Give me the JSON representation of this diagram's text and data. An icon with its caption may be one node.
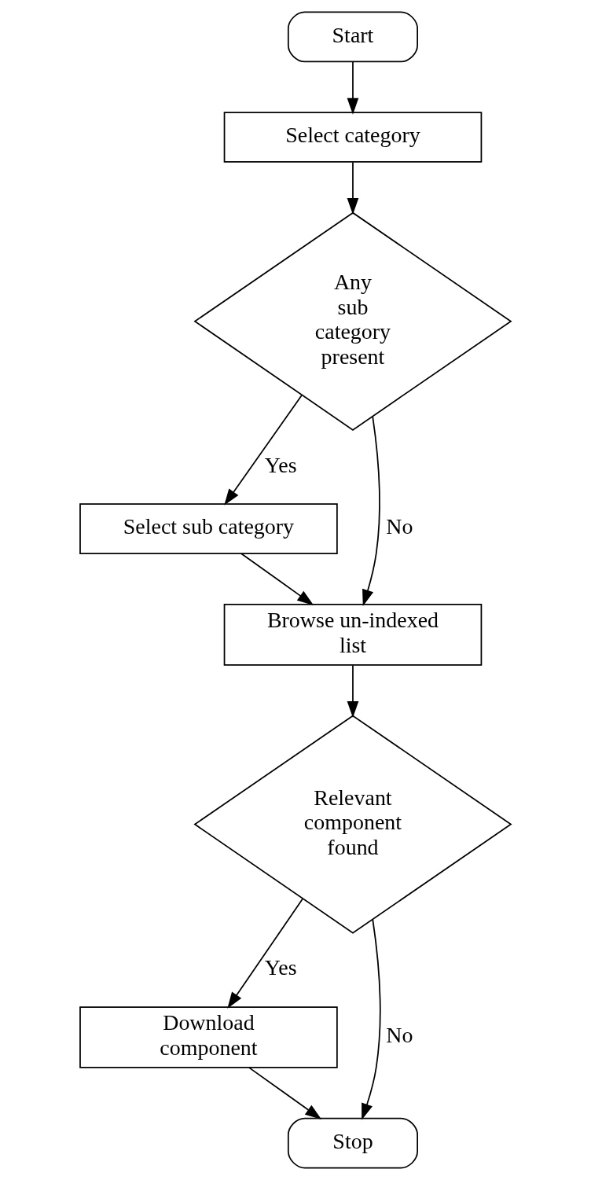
{
  "diagram": {
    "nodes": [
      {
        "text": [
          "Start"
        ]
      },
      {
        "text": [
          "Select category"
        ]
      },
      {
        "text": [
          "Any sub category present"
        ]
      },
      {
        "text": [
          "Select sub category"
        ]
      },
      {
        "text": [
          "Browse un-indexed list"
        ]
      },
      {
        "text": [
          "Relevant component found"
        ]
      },
      {
        "text": [
          "Download component"
        ]
      },
      {
        "text": [
          "Stop"
        ]
      }
    ],
    "edges": [
      {
        "from": 0,
        "to": 1,
        "arrow": "to"
      },
      {
        "from": 1,
        "to": 2,
        "arrow": "to"
      },
      {
        "from": 2,
        "to": 3,
        "arrow": "to",
        "label": "Yes"
      },
      {
        "from": 2,
        "to": 4,
        "arrow": "to",
        "label": "No"
      },
      {
        "from": 3,
        "to": 4,
        "arrow": "to"
      },
      {
        "from": 4,
        "to": 5,
        "arrow": "to"
      },
      {
        "from": 5,
        "to": 6,
        "arrow": "to",
        "label": "Yes"
      },
      {
        "from": 5,
        "to": 7,
        "arrow": "to",
        "label": "No"
      },
      {
        "from": 6,
        "to": 7,
        "arrow": "to"
      }
    ]
  }
}
